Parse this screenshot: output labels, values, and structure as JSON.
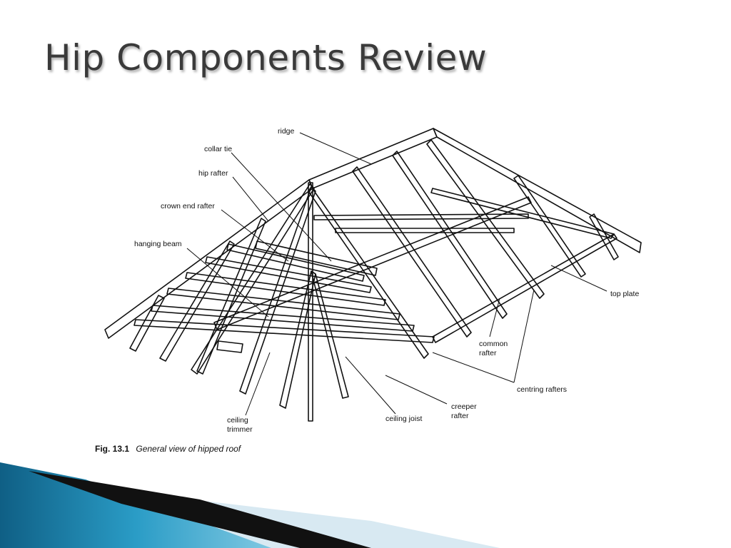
{
  "slide": {
    "title": "Hip Components Review"
  },
  "diagram": {
    "labels": {
      "ridge": "ridge",
      "collar_tie": "collar tie",
      "hip_rafter": "hip rafter",
      "crown_end_rafter": "crown end rafter",
      "hanging_beam": "hanging beam",
      "top_plate": "top plate",
      "common_rafter_1": "common",
      "common_rafter_2": "rafter",
      "centring_rafters": "centring rafters",
      "creeper_rafter_1": "creeper",
      "creeper_rafter_2": "rafter",
      "ceiling_joist": "ceiling joist",
      "ceiling_trimmer_1": "ceiling",
      "ceiling_trimmer_2": "trimmer"
    },
    "caption": {
      "fig": "Fig. 13.1",
      "text": "General view of hipped roof"
    }
  },
  "theme": {
    "title_color": "#3a3a3a",
    "accent_blue": "#1e7fa6",
    "accent_light": "#cfe3ee"
  }
}
